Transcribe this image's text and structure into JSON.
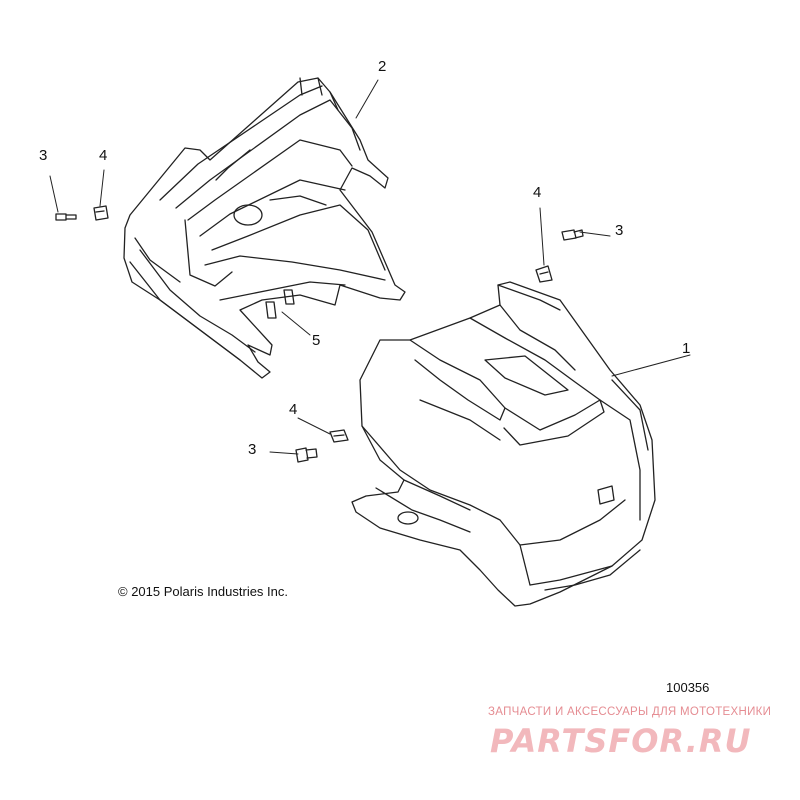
{
  "callouts": {
    "part_1": "1",
    "part_2": "2",
    "part_3_left": "3",
    "part_4_left": "4",
    "part_4_right": "4",
    "part_3_right": "3",
    "part_5": "5",
    "part_4_bottom": "4",
    "part_3_bottom": "3"
  },
  "copyright": "© 2015 Polaris Industries Inc.",
  "diagram_id": "100356",
  "watermark": {
    "tagline": "ЗАПЧАСТИ И АКСЕССУАРЫ ДЛЯ МОТОТЕХНИКИ",
    "logo": "PARTSFOR.RU",
    "color": "#e58c92"
  }
}
